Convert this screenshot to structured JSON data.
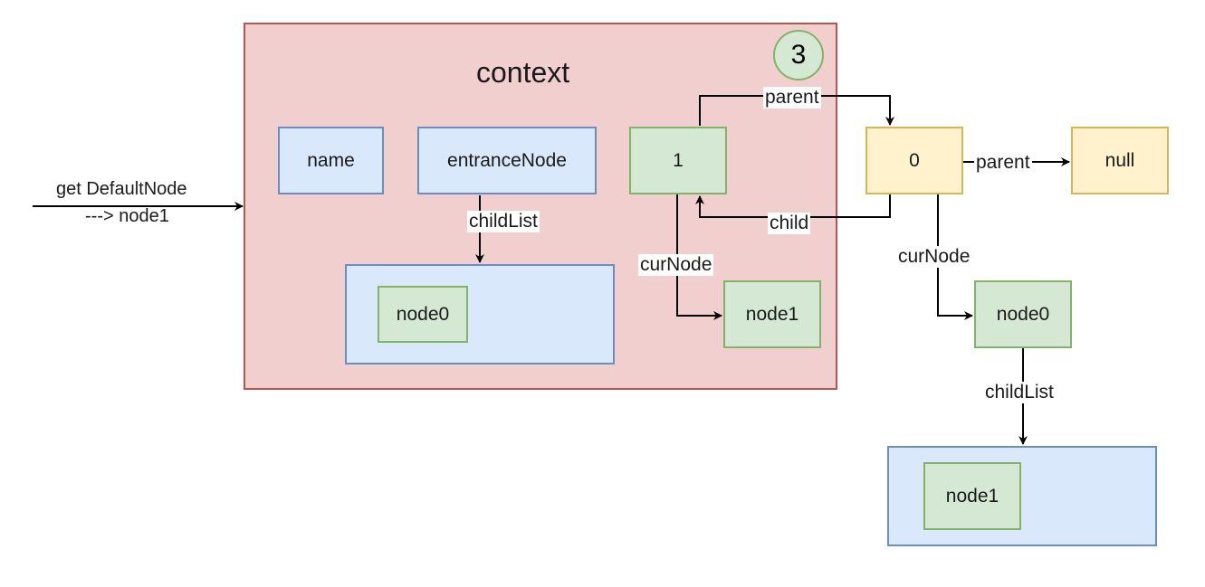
{
  "entry": {
    "line1": "get DefaultNode",
    "line2": "---> node1"
  },
  "context": {
    "title": "context",
    "step_badge": "3",
    "name_field": "name",
    "entrance_field": "entranceNode",
    "childlist_label": "childList",
    "inner_node": "node0",
    "node_one": "1",
    "curnode_label": "curNode",
    "curnode_target": "node1"
  },
  "outside": {
    "node_zero": "0",
    "parent_label_top": "parent",
    "parent_label_right": "parent",
    "child_label": "child",
    "null_box": "null",
    "curnode_label": "curNode",
    "curnode_target": "node0",
    "childlist_label": "childList",
    "childlist_item": "node1"
  },
  "colors": {
    "container": "#f2cfcf",
    "field_blue": "#dae8fc",
    "node_green": "#d5e8d4",
    "node_yellow": "#fff2cc"
  }
}
